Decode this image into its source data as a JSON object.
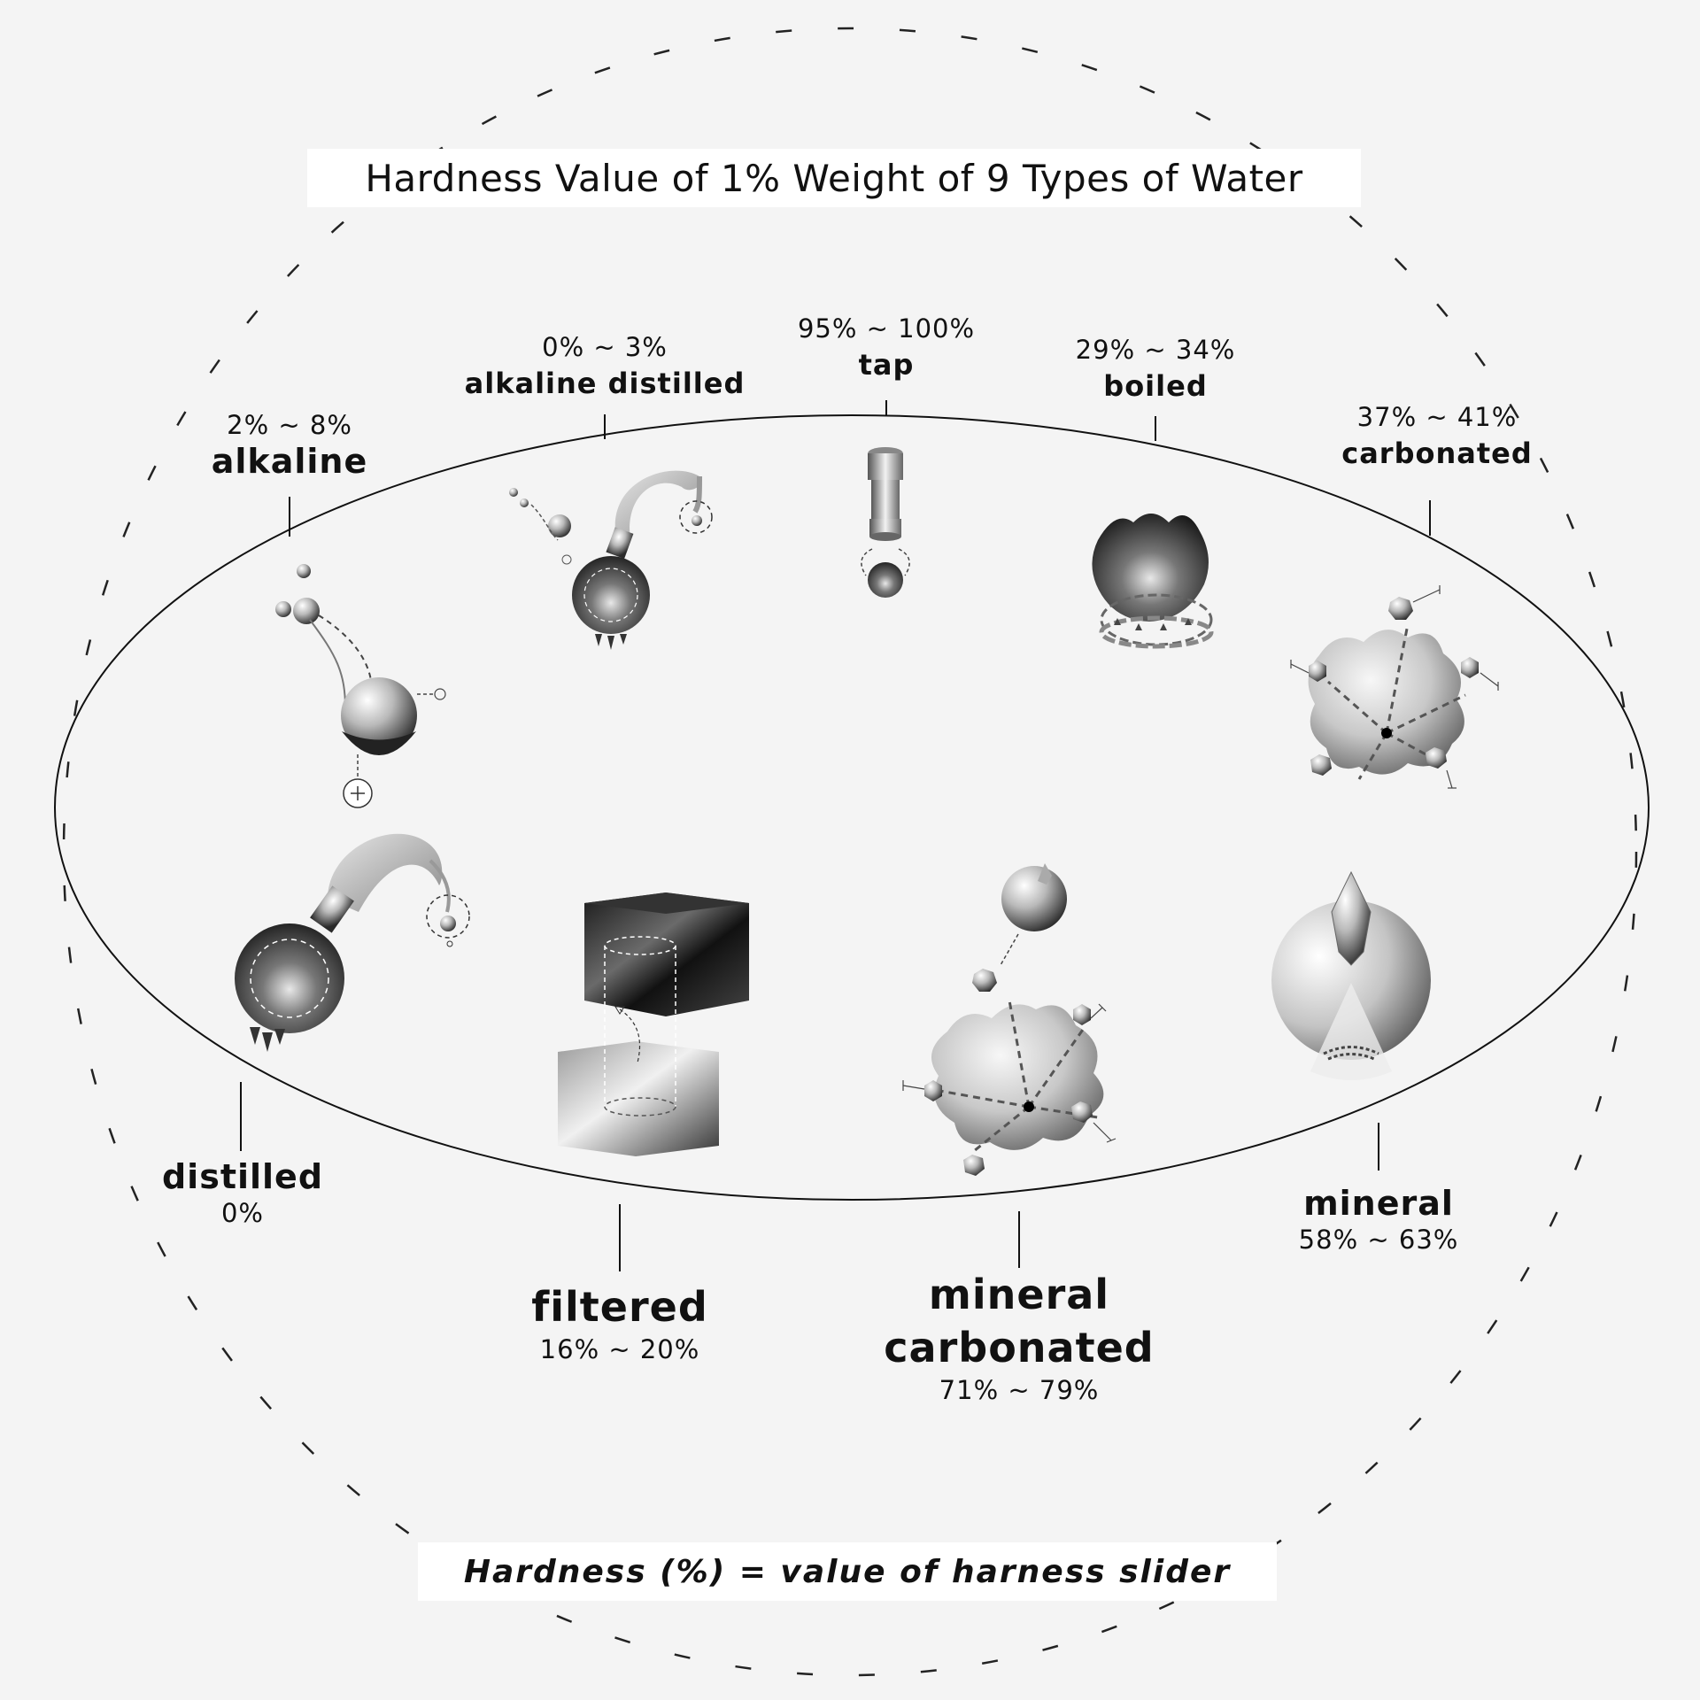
{
  "title": "Hardness Value of 1% Weight of 9 Types of Water",
  "footer": "Hardness (%) = value of harness slider",
  "waters": {
    "alkaline": {
      "name": "alkaline",
      "range": "2% ~  8%"
    },
    "alkaline_distilled": {
      "name": "alkaline distilled",
      "range": "0% ~  3%"
    },
    "tap": {
      "name": "tap",
      "range": "95% ~ 100%"
    },
    "boiled": {
      "name": "boiled",
      "range": "29% ~ 34%"
    },
    "carbonated": {
      "name": "carbonated",
      "range": "37% ~ 41%"
    },
    "distilled": {
      "name": "distilled",
      "range": "0%"
    },
    "filtered": {
      "name": "filtered",
      "range": "16% ~ 20%"
    },
    "mineral_carbonated": {
      "name_line1": "mineral",
      "name_line2": "carbonated",
      "range": "71% ~ 79%"
    },
    "mineral": {
      "name": "mineral",
      "range": "58% ~ 63%"
    }
  },
  "colors": {
    "background": "#f4f4f4",
    "ink": "#111111",
    "box": "#ffffff"
  }
}
